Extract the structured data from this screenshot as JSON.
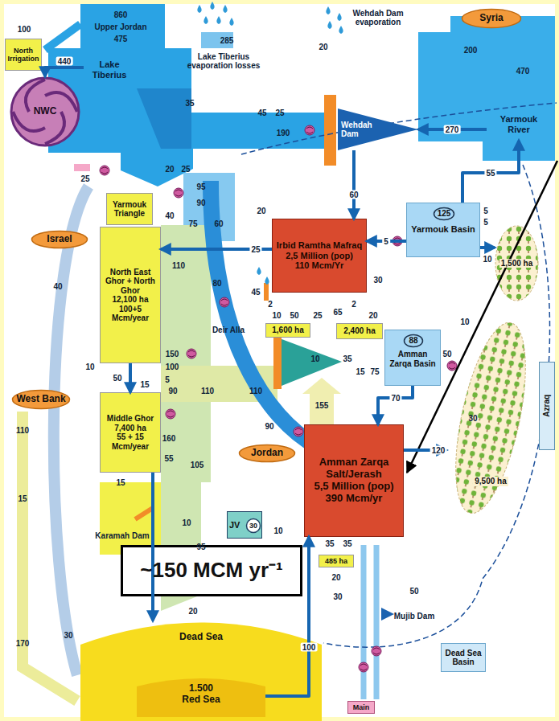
{
  "diagram": {
    "nodes": [
      {
        "text": [
          "Syria"
        ]
      },
      {
        "text": [
          "North Irrigation"
        ]
      },
      {
        "text": [
          "Lake Tiberius"
        ]
      },
      {
        "text": [
          "NWC"
        ]
      },
      {
        "text": [
          "Wehdah Dam"
        ]
      },
      {
        "text": [
          "Yarmouk River"
        ]
      },
      {
        "text": [
          "Israel"
        ]
      },
      {
        "text": [
          "Yarmouk Triangle"
        ]
      },
      {
        "text": [
          "North East Ghor + North Ghor",
          "12,100 ha",
          "100+5 Mcm/year"
        ]
      },
      {
        "text": [
          "Irbid Ramtha Mafraq",
          "2,5 Million (pop)",
          "110 Mcm/Yr"
        ]
      },
      {
        "text": [
          "Yarmouk Basin"
        ]
      },
      {
        "text": [
          "125"
        ],
        "in": 10
      },
      {
        "text": [
          "1,500 ha"
        ]
      },
      {
        "text": [
          "1,600 ha"
        ]
      },
      {
        "text": [
          "2,400 ha"
        ]
      },
      {
        "text": [
          "Amman Zarqa Basin"
        ]
      },
      {
        "text": [
          "88"
        ],
        "in": 15
      },
      {
        "text": [
          "West Bank"
        ]
      },
      {
        "text": [
          "Middle Ghor",
          "7,400 ha",
          "55 + 15 Mcm/year"
        ]
      },
      {
        "text": [
          "Jordan"
        ]
      },
      {
        "text": [
          "Amman Zarqa Salt/Jerash",
          "5,5 Million (pop)",
          "390 Mcm/yr"
        ]
      },
      {
        "text": [
          "9,500 ha"
        ]
      },
      {
        "text": [
          "Azraq"
        ]
      },
      {
        "text": [
          "JV"
        ]
      },
      {
        "text": [
          "30"
        ],
        "in": 23
      },
      {
        "text": [
          "485 ha"
        ]
      },
      {
        "text": [
          "~150 MCM yr⁻¹"
        ]
      },
      {
        "text": [
          "Dead Sea"
        ]
      },
      {
        "text": [
          "1.500",
          "Red Sea"
        ],
        "in": 27
      },
      {
        "text": [
          "Main"
        ]
      },
      {
        "text": [
          "Dead Sea Basin"
        ]
      }
    ],
    "edges": [
      {
        "from": 5,
        "to": 4,
        "label": "270",
        "arrow": "to"
      },
      {
        "from": 4,
        "to": 9,
        "label": "60",
        "arrow": "to"
      },
      {
        "from": 10,
        "to": 9,
        "label": "5",
        "arrow": "to"
      },
      {
        "from": 10,
        "to": 5,
        "label": "55",
        "arrow": "to"
      },
      {
        "from": 10,
        "to": 12,
        "label": "10",
        "arrow": "to"
      },
      {
        "from": 9,
        "to": 8,
        "label": "25",
        "arrow": "to"
      },
      {
        "from": 15,
        "to": 20,
        "label": "70",
        "arrow": "to"
      },
      {
        "from": 28,
        "to": 20,
        "label": "100",
        "arrow": "to"
      },
      {
        "from": 8,
        "to": 18,
        "label": "50",
        "arrow": "to"
      },
      {
        "from": 18,
        "to": 27,
        "arrow": "to"
      },
      {
        "from": 2,
        "to": 3,
        "label": "440",
        "arrow": "to"
      },
      {
        "from": 20,
        "to": 21,
        "label": "120",
        "arrow": "to"
      }
    ],
    "labels": [
      "860",
      "Upper Jordan",
      "475",
      "100",
      "Lake Tiberius evaporation losses",
      "285",
      "Wehdah Dam evaporation",
      "20",
      "200",
      "470",
      "35",
      "45",
      "25",
      "190",
      "20",
      "25",
      "95",
      "25",
      "90",
      "40",
      "75",
      "60",
      "20",
      "40",
      "110",
      "80",
      "5",
      "5",
      "30",
      "45",
      "2",
      "10",
      "50",
      "25",
      "65",
      "2",
      "20",
      "Deir Alla",
      "10",
      "35",
      "15",
      "75",
      "10",
      "50",
      "30",
      "10",
      "150",
      "100",
      "5",
      "15",
      "160",
      "55",
      "105",
      "90",
      "110",
      "110",
      "155",
      "110",
      "15",
      "15",
      "10",
      "95",
      "Karamah Dam",
      "90",
      "10",
      "35",
      "35",
      "20",
      "30",
      "50",
      "20",
      "30",
      "170",
      "Mujib Dam"
    ]
  }
}
